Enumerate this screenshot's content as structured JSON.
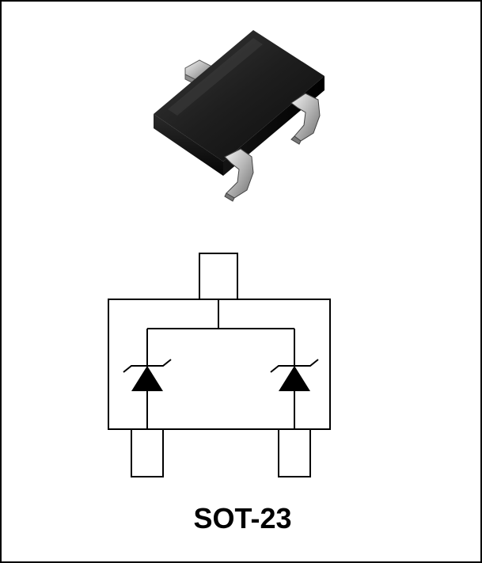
{
  "package": {
    "name": "SOT-23",
    "body_color": "#1a1a1a",
    "lead_color": "#c8c8c8"
  },
  "schematic": {
    "pin_count": 3,
    "diodes": [
      {
        "type": "zener",
        "orientation": "cathode-up"
      },
      {
        "type": "zener",
        "orientation": "cathode-up"
      }
    ]
  },
  "colors": {
    "line": "#000000",
    "background": "#ffffff"
  }
}
